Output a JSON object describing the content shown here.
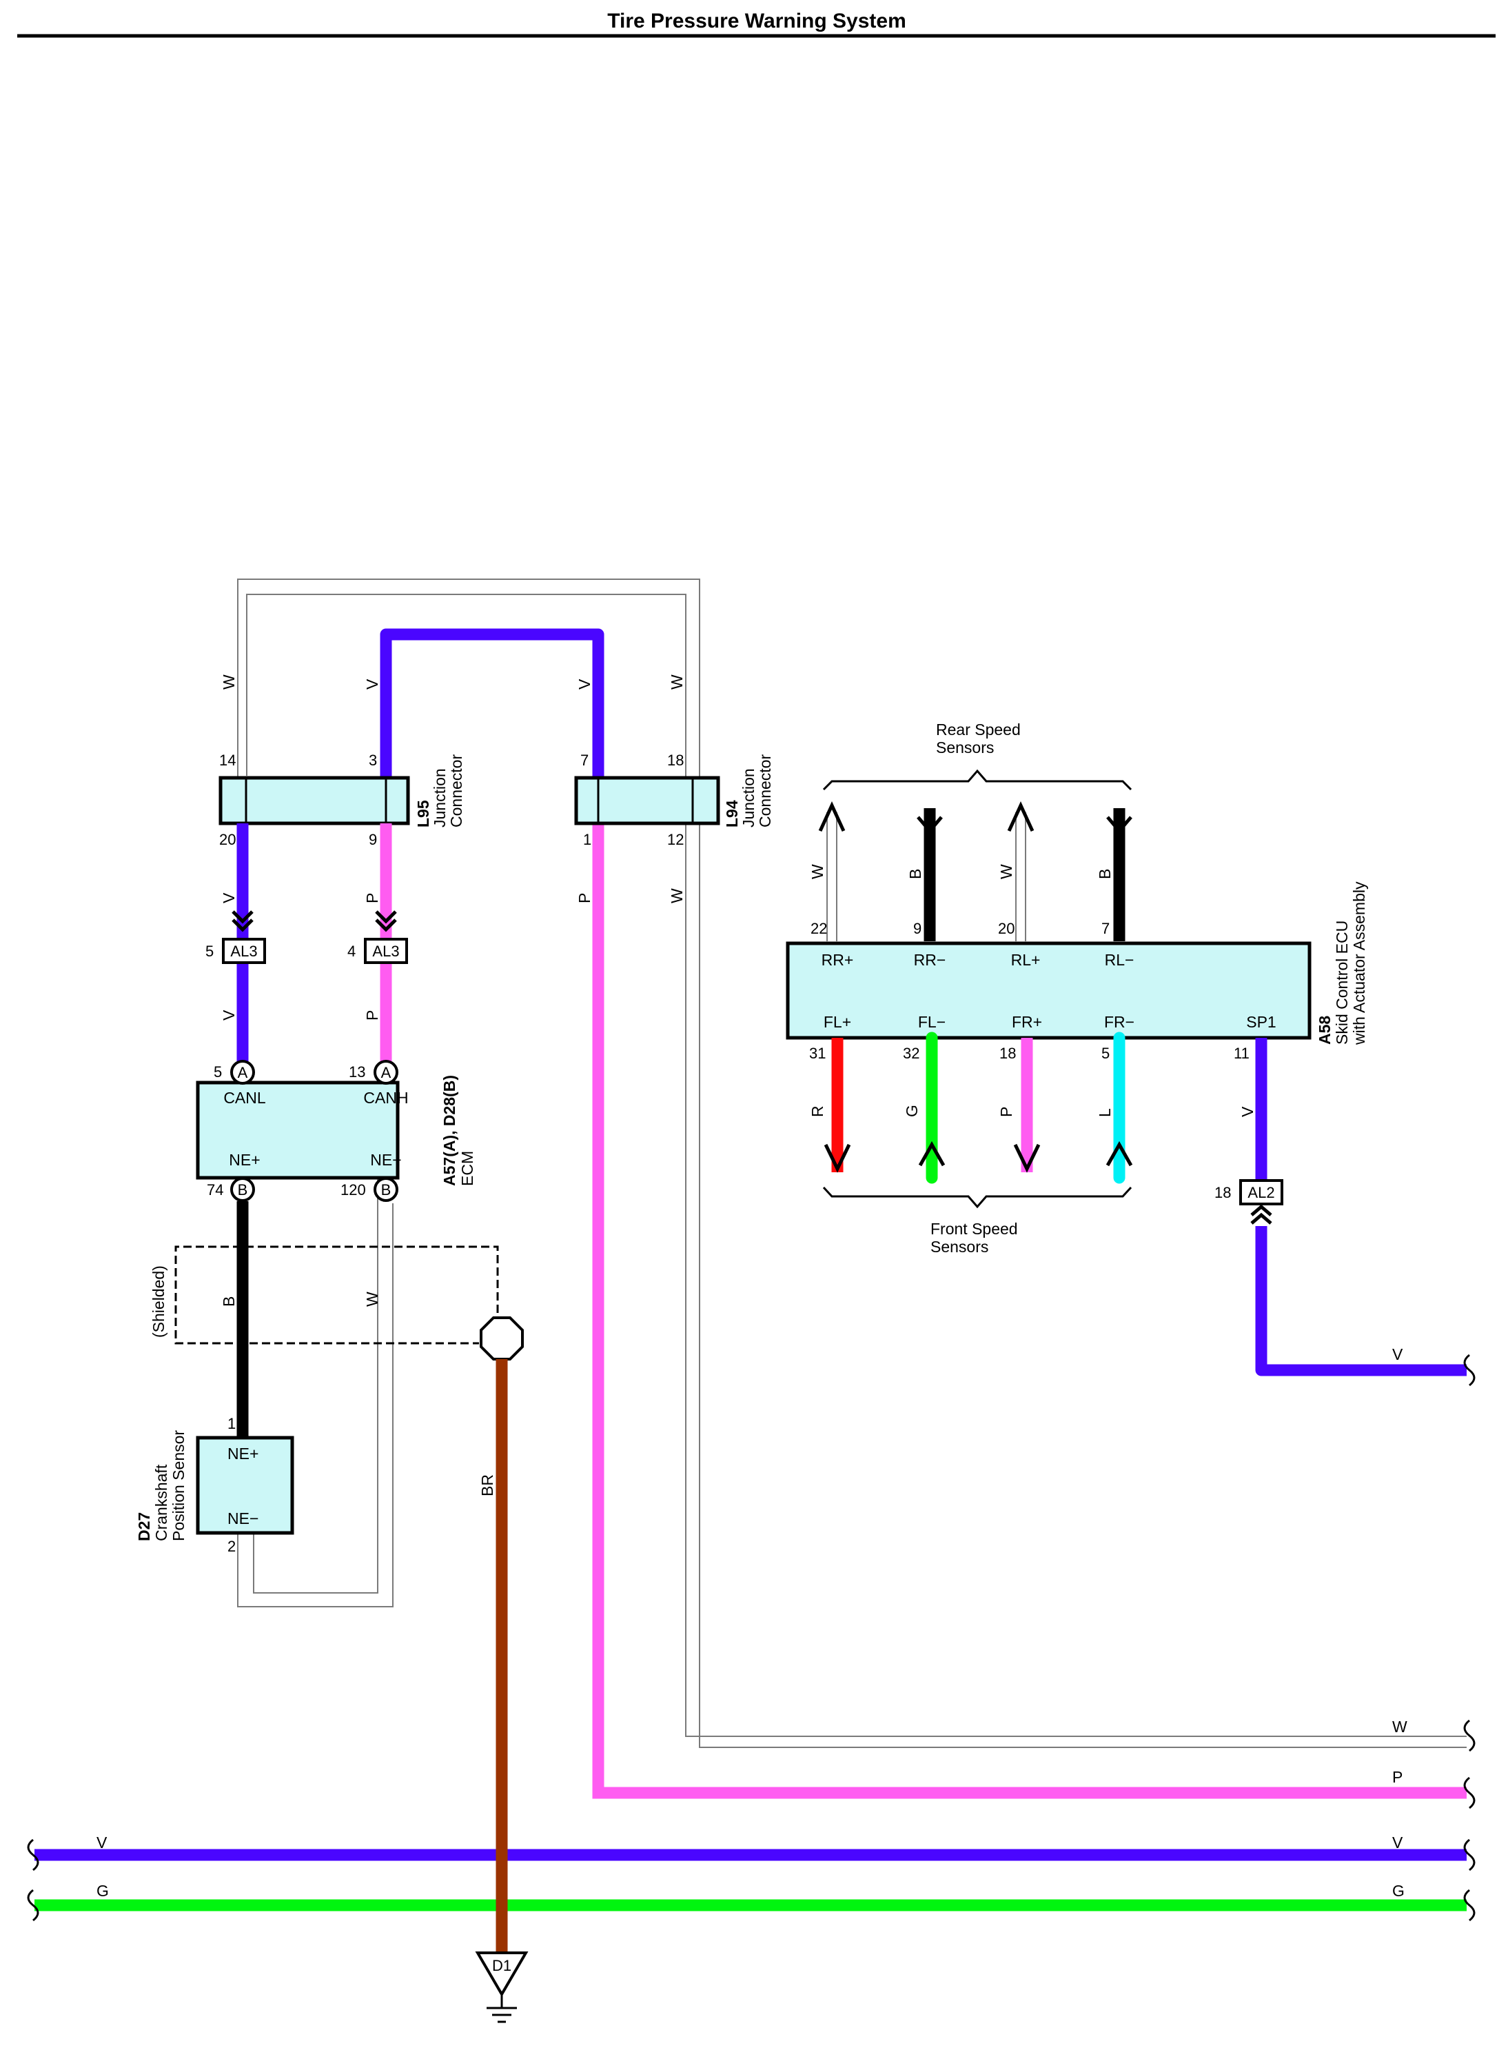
{
  "title": "Tire Pressure Warning System",
  "colors": {
    "V": "#4a06ff",
    "P": "#ff5cf1",
    "B": "#000000",
    "W": "#7a7a7a",
    "R": "#ff0a0a",
    "G": "#00f50f",
    "L": "#00f0f5",
    "BR": "#9b3200",
    "component_fill": "#ccf7f7"
  },
  "wire_colors": {
    "v": "V",
    "p": "P",
    "b": "B",
    "w": "W",
    "r": "R",
    "g": "G",
    "l": "L",
    "br": "BR"
  },
  "connectors": {
    "l95": {
      "code": "L95",
      "name_line1": "Junction",
      "name_line2": "Connector",
      "pins": {
        "top_w": "14",
        "top_v": "3",
        "bot_v": "20",
        "bot_p": "9"
      }
    },
    "l94": {
      "code": "L94",
      "name_line1": "Junction",
      "name_line2": "Connector",
      "pins": {
        "top_v": "7",
        "top_w": "18",
        "bot_p": "1",
        "bot_w": "12"
      }
    },
    "al3_v": {
      "code": "AL3",
      "pin": "5"
    },
    "al3_p": {
      "code": "AL3",
      "pin": "4"
    },
    "al2": {
      "code": "AL2",
      "pin": "18"
    },
    "ground": {
      "code": "D1"
    }
  },
  "ecm": {
    "code": "A57(A), D28(B)",
    "name": "ECM",
    "canl": {
      "label": "CANL",
      "pin": "5",
      "conn": "A"
    },
    "canh": {
      "label": "CANH",
      "pin": "13",
      "conn": "A"
    },
    "nep": {
      "label": "NE+",
      "pin": "74",
      "conn": "B"
    },
    "nen": {
      "label": "NE−",
      "pin": "120",
      "conn": "B"
    }
  },
  "skid_ecu": {
    "code": "A58",
    "name_line1": "Skid Control ECU",
    "name_line2": "with Actuator Assembly",
    "top_pins": [
      {
        "label": "RR+",
        "pin": "22"
      },
      {
        "label": "RR−",
        "pin": "9"
      },
      {
        "label": "RL+",
        "pin": "20"
      },
      {
        "label": "RL−",
        "pin": "7"
      }
    ],
    "bottom_pins": [
      {
        "label": "FL+",
        "pin": "31"
      },
      {
        "label": "FL−",
        "pin": "32"
      },
      {
        "label": "FR+",
        "pin": "18"
      },
      {
        "label": "FR−",
        "pin": "5"
      },
      {
        "label": "SP1",
        "pin": "11"
      }
    ]
  },
  "crank_sensor": {
    "code": "D27",
    "name_line1": "Crankshaft",
    "name_line2": "Position Sensor",
    "pin_top": {
      "label": "NE+",
      "pin": "1"
    },
    "pin_bottom": {
      "label": "NE−",
      "pin": "2"
    }
  },
  "rear_sensors": {
    "line1": "Rear Speed",
    "line2": "Sensors"
  },
  "front_sensors": {
    "line1": "Front Speed",
    "line2": "Sensors"
  },
  "shielded": "(Shielded)"
}
